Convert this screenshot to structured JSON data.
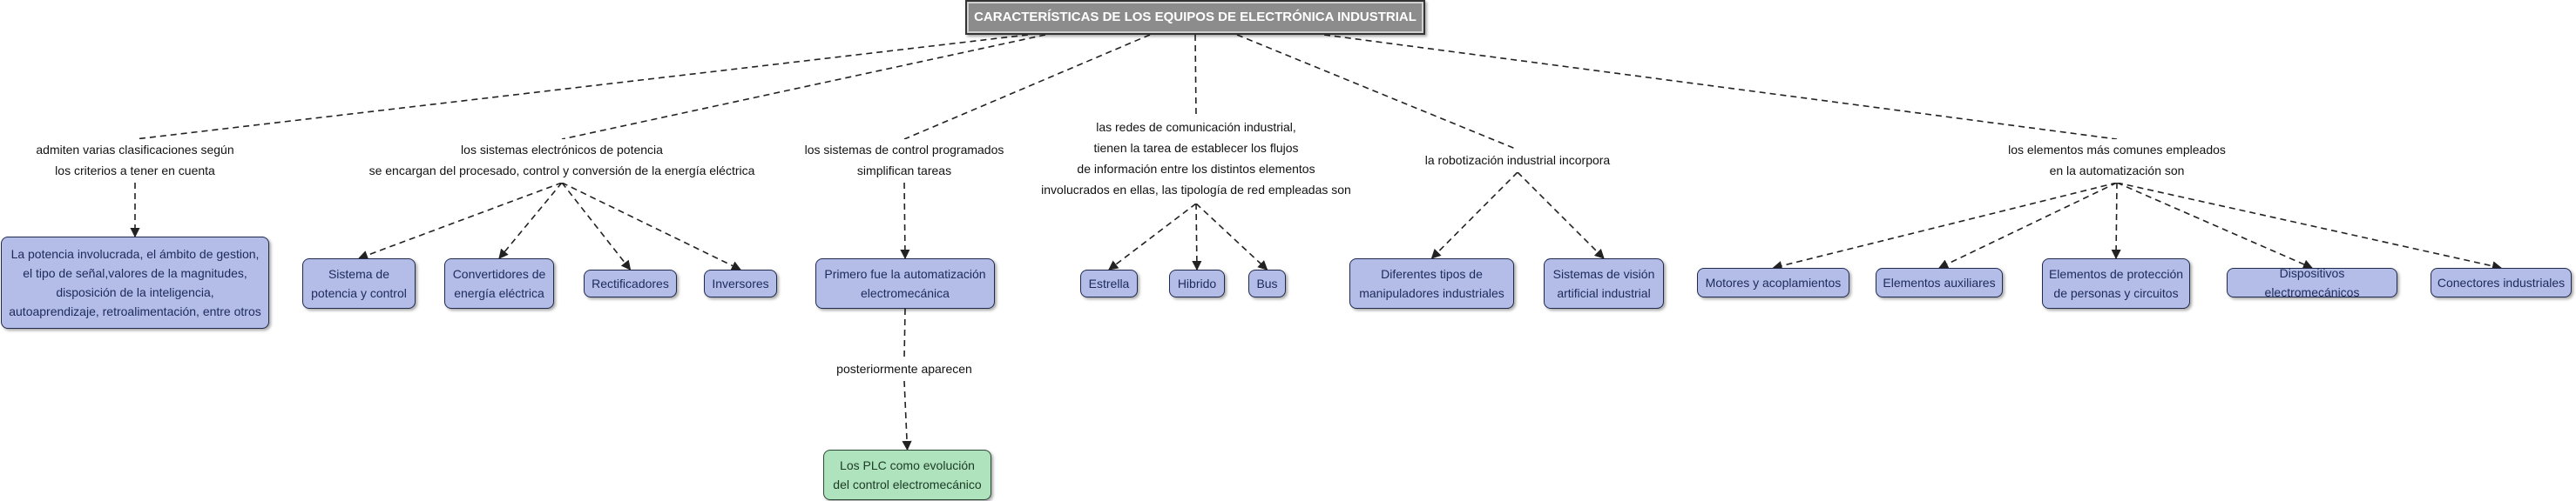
{
  "title": "CARACTERÍSTICAS DE LOS EQUIPOS DE ELECTRÓNICA INDUSTRIAL",
  "linking_phrases": {
    "clasificaciones": "admiten varias clasificaciones según\nlos criterios a tener en cuenta",
    "potencia": "los sistemas electrónicos de potencia\nse encargan del procesado, control y conversión de la energía eléctrica",
    "control": "los sistemas de control programados\nsimplifican tareas",
    "redes": "las redes de comunicación industrial,\ntienen la tarea de establecer los flujos\nde información entre los distintos elementos\ninvolucrados en ellas, las tipología de red empleadas son",
    "robotizacion": "la robotización industrial incorpora",
    "elementos": "los elementos más comunes empleados\nen la automatización son",
    "posteriormente": "posteriormente aparecen"
  },
  "concepts": {
    "criterios": "La potencia involucrada, el ámbito de gestion,\nel tipo de señal,valores de la magnitudes,\ndisposición de la inteligencia,\nautoaprendizaje, retroalimentación, entre otros",
    "sistema_potencia": "Sistema de\npotencia y control",
    "convertidores": "Convertidores de\nenergía eléctrica",
    "rectificadores": "Rectificadores",
    "inversores": "Inversores",
    "automatizacion": "Primero fue la automatización\nelectromecánica",
    "plc": "Los PLC como evolución\ndel control electromecánico",
    "estrella": "Estrella",
    "hibrido": "Hibrido",
    "bus": "Bus",
    "manipuladores": "Diferentes tipos de\nmanipuladores industriales",
    "vision": "Sistemas de visión\nartificial industrial",
    "motores": "Motores y acoplamientos",
    "auxiliares": "Elementos auxiliares",
    "proteccion": "Elementos de protección\nde personas y circuitos",
    "electromecanicos": "Dispositivos electromecánicos",
    "conectores": "Conectores industriales"
  },
  "colors": {
    "title_fill": "#8c8c8c",
    "concept_fill": "#b3bde8",
    "final_fill": "#aee3bd",
    "edge": "#222222"
  }
}
